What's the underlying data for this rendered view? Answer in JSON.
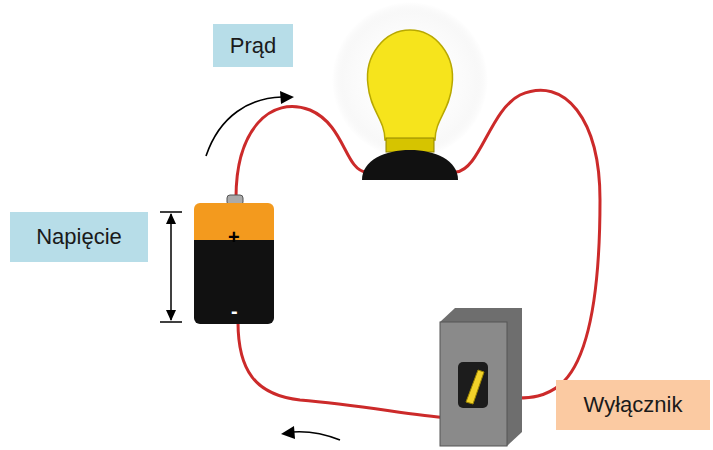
{
  "diagram": {
    "nodes": [
      {
        "text": [
          "Prąd"
        ]
      },
      {
        "text": [
          "Napięcie"
        ]
      },
      {
        "text": [
          "Wyłącznik"
        ]
      }
    ],
    "labels": [
      "+",
      "-"
    ]
  }
}
